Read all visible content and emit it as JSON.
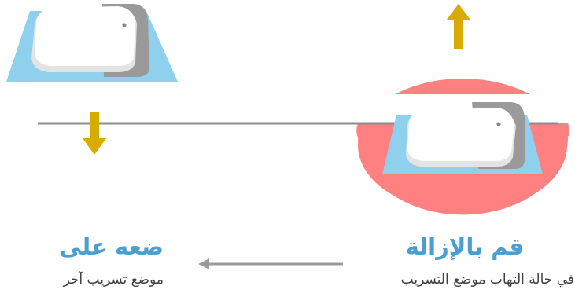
{
  "instructions": {
    "right": {
      "title": "قم بالإزالة",
      "subtitle": "في حالة التهاب موضع التسريب"
    },
    "left": {
      "title": "ضعه على",
      "subtitle": "موضع تسريب آخر"
    }
  },
  "colors": {
    "title_text": "#4a9fd0",
    "pad_blue": "#8fd0ec",
    "inflamed_area": "#ff8080",
    "device_white": "#ffffff",
    "device_shadow": "#9a9a9a",
    "arrow_gold": "#d8ab00",
    "skin_line": "#8c8c8c",
    "flow_arrow": "#9a9a9a"
  },
  "icons": {
    "up_arrow": "arrow-up-icon",
    "down_arrow": "arrow-down-icon",
    "flow_arrow": "arrow-left-icon"
  }
}
